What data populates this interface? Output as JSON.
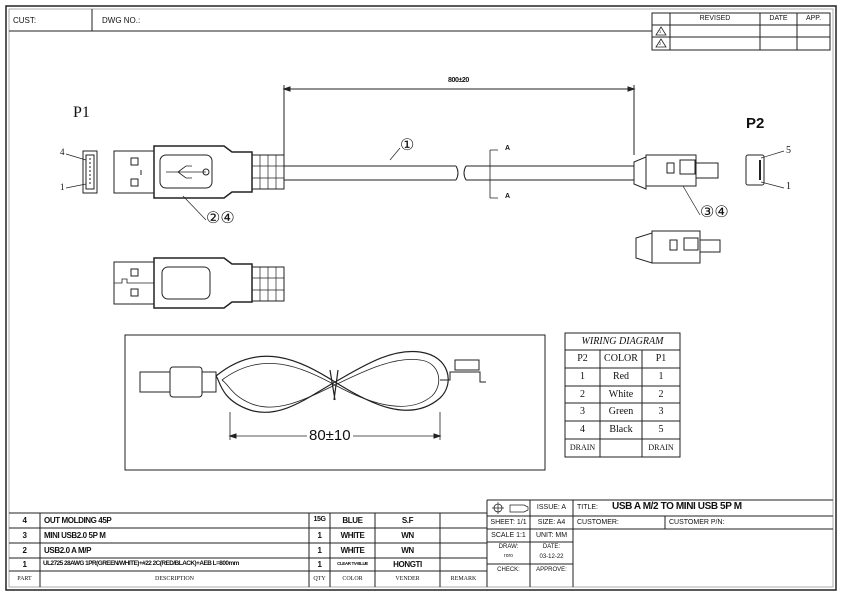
{
  "header": {
    "customer_label": "CUST:",
    "drawing_no_label": "DWG NO.:"
  },
  "revision_table": {
    "headers": [
      "REVISED",
      "DATE",
      "APP."
    ],
    "marks": [
      "1",
      "2"
    ]
  },
  "drawing": {
    "length_dimension": "800±20",
    "coil_dimension": "80±10",
    "p1_label": "P1",
    "p2_label": "P2",
    "p1_pins": [
      "4",
      "1"
    ],
    "p2_pins": [
      "5",
      "1"
    ],
    "balloons": {
      "cable": "①",
      "p1": "②④",
      "p2": "③④"
    },
    "section_label": "A"
  },
  "wiring": {
    "title": "WIRING DIAGRAM",
    "headers": [
      "P2",
      "COLOR",
      "P1"
    ],
    "rows": [
      [
        "1",
        "Red",
        "1"
      ],
      [
        "2",
        "White",
        "2"
      ],
      [
        "3",
        "Green",
        "3"
      ],
      [
        "4",
        "Black",
        "5"
      ],
      [
        "DRAIN",
        "",
        "DRAIN"
      ]
    ]
  },
  "parts": {
    "headers": [
      "PART",
      "DESCRIPTION",
      "QTY",
      "COLOR",
      "VENDER",
      "REMARK"
    ],
    "rows": [
      {
        "part": "4",
        "desc": "OUT MOLDING 45P",
        "qty": "15G",
        "color": "BLUE",
        "vendor": "S.F",
        "remark": ""
      },
      {
        "part": "3",
        "desc": "MINI USB2.0 5P M",
        "qty": "1",
        "color": "WHITE",
        "vendor": "WN",
        "remark": ""
      },
      {
        "part": "2",
        "desc": "USB2.0 A M/P",
        "qty": "1",
        "color": "WHITE",
        "vendor": "WN",
        "remark": ""
      },
      {
        "part": "1",
        "desc": "UL2725 28AWG 1PR(GREEN/WHITE)+#22 2C(RED/BLACK)+AEB L=800mm",
        "qty": "1",
        "color": "CLEAR TV-BLUE",
        "vendor": "HONGTI",
        "remark": ""
      }
    ]
  },
  "title_block": {
    "issue": "ISSUE: A",
    "title_label": "TITLE:",
    "title": "USB A M/2 TO MINI USB 5P M",
    "sheet": "SHEET: 1/1",
    "size": "SIZE: A4",
    "customer_label": "CUSTOMER:",
    "customer_pn_label": "CUSTOMER P/N:",
    "scale": "SCALE 1:1",
    "unit": "UNIT: MM",
    "draw_label": "DRAW:",
    "draw_value": "roro",
    "date_label": "DATE:",
    "date_value": "03-12-22",
    "check_label": "CHECK:",
    "approve_label": "APPROVE:"
  }
}
